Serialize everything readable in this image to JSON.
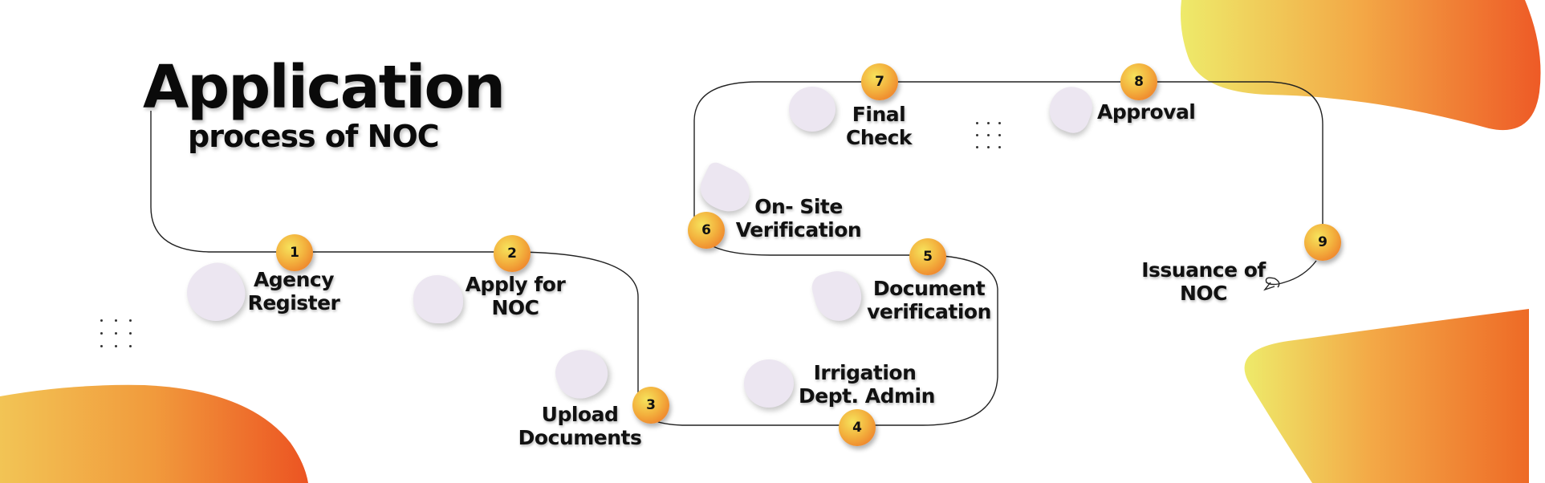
{
  "title": {
    "main": "Application",
    "sub": "process of NOC"
  },
  "steps": [
    {
      "num": "1",
      "lines": [
        "Agency",
        "Register"
      ]
    },
    {
      "num": "2",
      "lines": [
        "Apply for",
        "NOC"
      ]
    },
    {
      "num": "3",
      "lines": [
        "Upload",
        "Documents"
      ]
    },
    {
      "num": "4",
      "lines": [
        "Irrigation",
        "Dept. Admin"
      ]
    },
    {
      "num": "5",
      "lines": [
        "Document",
        "verification"
      ]
    },
    {
      "num": "6",
      "lines": [
        "On- Site",
        "Verification"
      ]
    },
    {
      "num": "7",
      "lines": [
        "Final",
        "Check"
      ]
    },
    {
      "num": "8",
      "lines": [
        "Approval"
      ]
    },
    {
      "num": "9",
      "lines": [
        "Issuance of",
        "NOC"
      ]
    }
  ],
  "colors": {
    "gradient_start": "#eeea6a",
    "gradient_mid": "#f3a846",
    "gradient_end": "#ee5a26",
    "blob": "#ece6f1",
    "path": "#222222"
  }
}
